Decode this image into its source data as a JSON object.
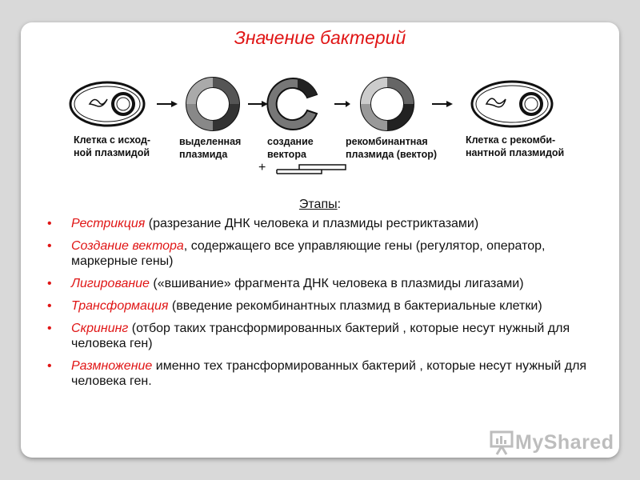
{
  "title": "Значение бактерий",
  "diagram": {
    "captions": [
      [
        "Клетка с исход-",
        "ной плазмидой"
      ],
      [
        "выделенная",
        "плазмида"
      ],
      [
        "создание",
        "вектора"
      ],
      [
        "рекомбинантная",
        "плазмида (вектор)"
      ],
      [
        "Клетка с рекомби-",
        "нантной плазмидой"
      ]
    ],
    "plus": "+"
  },
  "stages_heading": "Этапы",
  "stages_colon": ":",
  "items": [
    {
      "term": "Рестрикция",
      "text": " (разрезание ДНК человека и плазмиды рестриктазами)"
    },
    {
      "term": "Создание вектора",
      "text": ", содержащего все управляющие гены (регулятор, оператор, маркерные гены)"
    },
    {
      "term": "Лигирование",
      "text": " («вшивание» фрагмента ДНК человека в плазмиды лигазами)"
    },
    {
      "term": "Трансформация",
      "text": " (введение рекомбинантных плазмид в бактериальные клетки)"
    },
    {
      "term": "Скрининг",
      "text": " (отбор таких трансформированных бактерий , которые несут нужный для человека ген)"
    },
    {
      "term": "Размножение",
      "text": " именно тех трансформированных бактерий , которые несут нужный для человека ген."
    }
  ],
  "bullet": "•",
  "logo": {
    "text": "MyShared"
  }
}
